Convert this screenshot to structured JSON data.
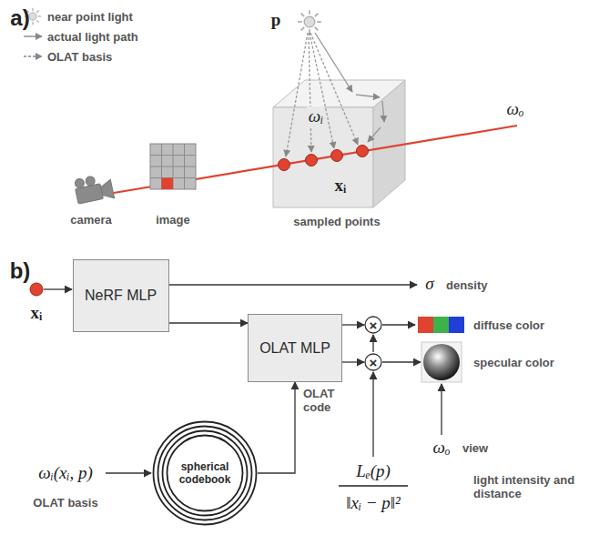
{
  "diagram": {
    "nodes": [
      {
        "text": [
          "NeRF MLP"
        ]
      },
      {
        "text": [
          "OLAT MLP"
        ]
      },
      {
        "text": [
          "spherical codebook"
        ]
      },
      {
        "text": [
          "×"
        ]
      },
      {
        "text": [
          "×"
        ]
      }
    ],
    "edges": [
      {
        "from": 0,
        "to": 1,
        "arrow": "to"
      },
      {
        "from": 2,
        "to": 1,
        "label": "OLAT code",
        "arrow": "to"
      },
      {
        "from": 1,
        "to": 3,
        "arrow": "to"
      },
      {
        "from": 1,
        "to": 4,
        "arrow": "to"
      }
    ],
    "labels": [
      "a)",
      "p",
      "ωᵢ",
      "xᵢ",
      "ωₒ",
      "camera",
      "image",
      "sampled points",
      "b)",
      "xᵢ",
      "σ",
      "density",
      "diffuse color",
      "specular color",
      "ωₒ",
      "view",
      "ωᵢ(xᵢ, p)",
      "OLAT basis",
      "Lₑ(p)",
      "‖xᵢ − p‖²",
      "light intensity and distance"
    ],
    "legend": [
      {
        "text": "near point light"
      },
      {
        "text": "actual light path"
      },
      {
        "text": "OLAT basis"
      }
    ]
  }
}
